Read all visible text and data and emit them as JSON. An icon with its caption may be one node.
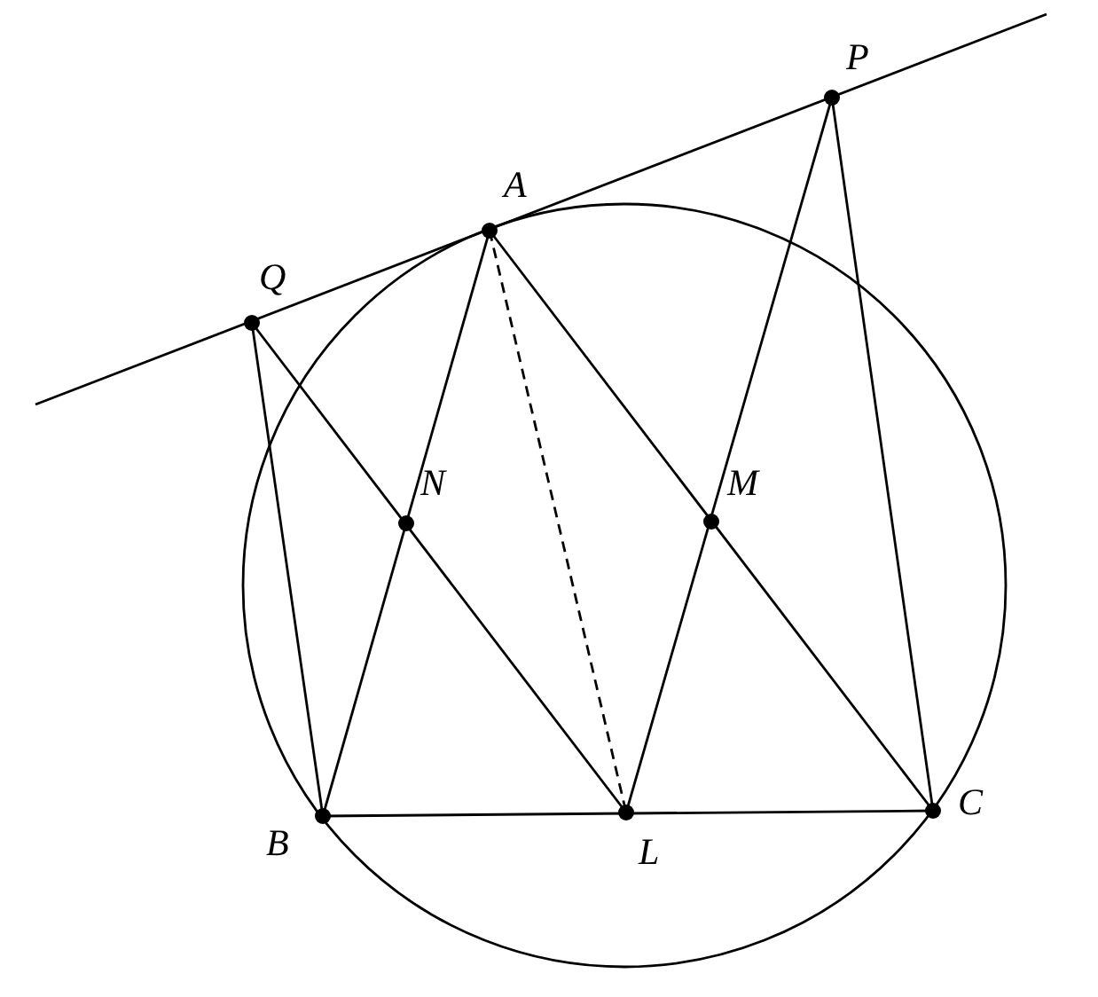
{
  "diagram": {
    "labels": [
      "P",
      "A",
      "Q",
      "N",
      "M",
      "C",
      "B",
      "L"
    ]
  }
}
